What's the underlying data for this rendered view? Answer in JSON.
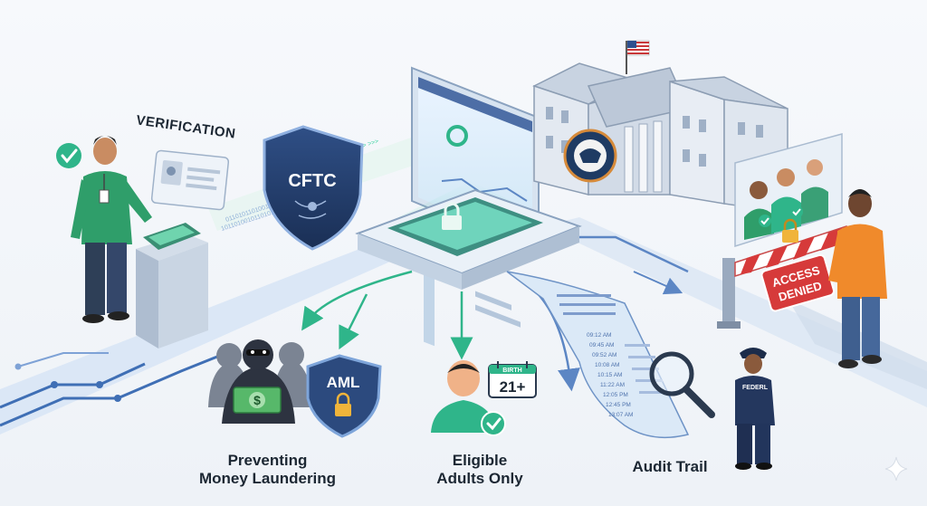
{
  "labels": {
    "verification": "VERIFICATION",
    "cftc": "CFTC",
    "aml": "AML",
    "birth": "BIRTH",
    "age": "21+",
    "access_denied_line1": "ACCESS",
    "access_denied_line2": "DENIED",
    "federal": "FEDERL",
    "money_line1": "Preventing",
    "money_line2": "Money Laundering",
    "eligible_line1": "Eligible",
    "eligible_line2": "Adults Only",
    "audit_trail": "Audit Trail"
  },
  "audit_log_times": [
    "09:12 AM",
    "09:45 AM",
    "09:52 AM",
    "10:08 AM",
    "10:15 AM",
    "11:22 AM",
    "12:05 PM",
    "12:45 PM",
    "13:07 AM"
  ],
  "colors": {
    "navy": "#1f3b63",
    "teal": "#2fb58a",
    "green_shirt": "#2f9e6a",
    "orange_shirt": "#f08a2b",
    "alert_red": "#d63a3a",
    "path_blue": "#3f6fb5"
  }
}
